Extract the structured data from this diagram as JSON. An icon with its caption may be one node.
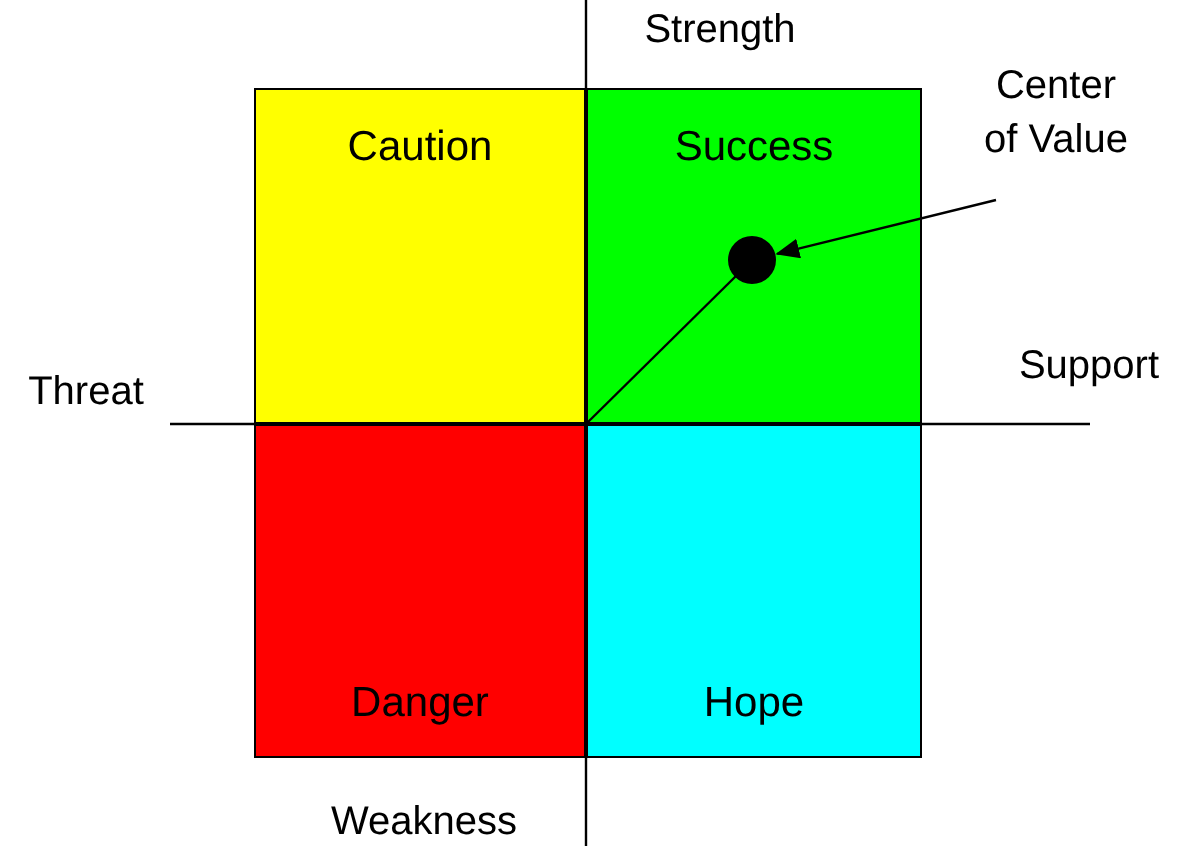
{
  "diagram": {
    "nodes": [
      {
        "text": [
          "Caution"
        ]
      },
      {
        "text": [
          "Success"
        ]
      },
      {
        "text": [
          "Danger"
        ]
      },
      {
        "text": [
          "Hope"
        ]
      },
      {
        "text": [],
        "shape": "circle",
        "in": 1
      },
      {
        "text": [
          "Center of Value"
        ]
      }
    ],
    "edges": [
      {
        "from": 5,
        "to": 4,
        "arrow": "to"
      }
    ],
    "labels": [
      "Strength",
      "Threat",
      "Support",
      "Weakness"
    ]
  }
}
